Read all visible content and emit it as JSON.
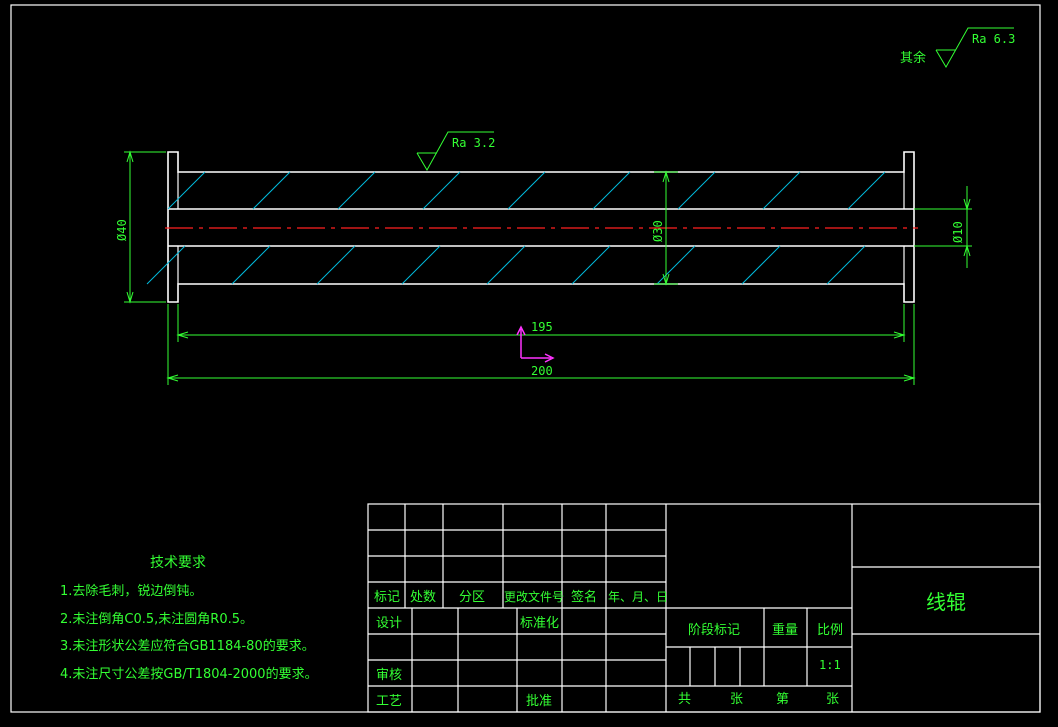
{
  "roughness": {
    "global_prefix": "其余",
    "global_value": "Ra 6.3",
    "local_value": "Ra 3.2"
  },
  "dimensions": {
    "d_outer": "Ø40",
    "d_mid": "Ø30",
    "d_bore": "Ø10",
    "len_inner": "195",
    "len_total": "200"
  },
  "tech": {
    "heading": "技术要求",
    "items": [
      "1.去除毛刺，锐边倒钝。",
      "2.未注倒角C0.5,未注圆角R0.5。",
      "3.未注形状公差应符合GB1184-80的要求。",
      "4.未注尺寸公差按GB/T1804-2000的要求。"
    ]
  },
  "title_block": {
    "part_name": "线辊",
    "rev_headers": [
      "标记",
      "处数",
      "分区",
      "更改文件号",
      "签名",
      "年、月、日"
    ],
    "design": "设计",
    "standardize": "标准化",
    "check": "审核",
    "process": "工艺",
    "approve": "批准",
    "stage_mark": "阶段标记",
    "weight": "重量",
    "scale_label": "比例",
    "scale_value": "1:1",
    "sheets_total": "共",
    "sheets_unit1": "张",
    "sheet_no": "第",
    "sheets_unit2": "张"
  }
}
